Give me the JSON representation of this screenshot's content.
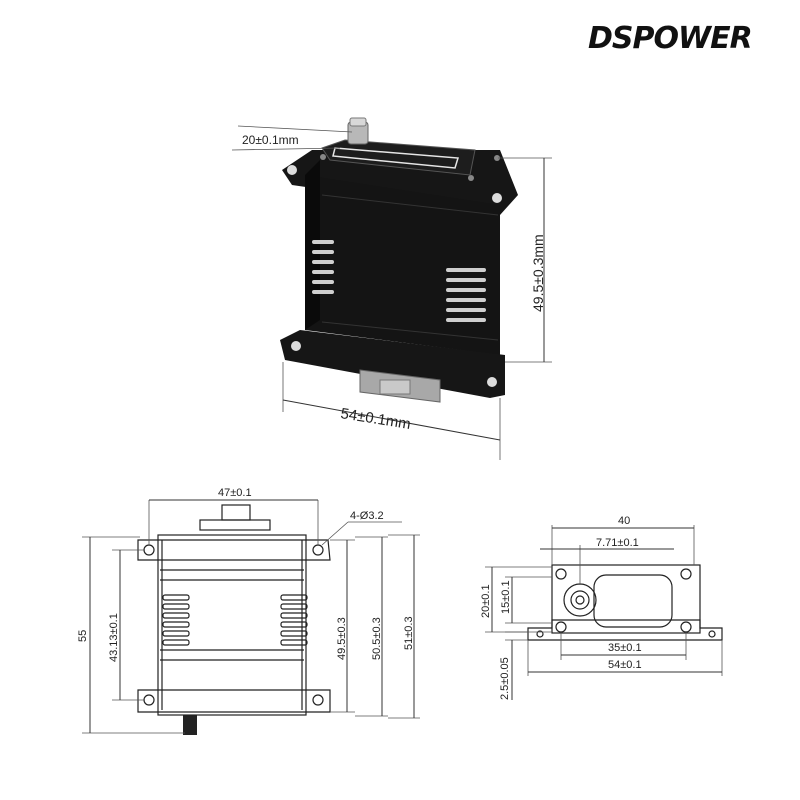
{
  "brand": {
    "logo_text": "DSPOWER"
  },
  "photo": {
    "dim_horn": "20±0.1mm",
    "dim_height": "49.5±0.3mm",
    "dim_width": "54±0.1mm"
  },
  "front_view": {
    "dim_hole_spacing": "47±0.1",
    "dim_holes": "4-Ø3.2",
    "dim_total": "55",
    "dim_inner": "43.13±0.1",
    "dim_body": "49.5±0.3",
    "dim_mid": "50.5±0.3",
    "dim_outer": "51±0.3"
  },
  "top_view": {
    "dim_depth": "40",
    "dim_offset": "7.71±0.1",
    "dim_width_20": "20±0.1",
    "dim_width_15": "15±0.1",
    "dim_tab": "2.5±0.05",
    "dim_hole_spacing": "35±0.1",
    "dim_overall": "54±0.1"
  },
  "colors": {
    "body": "#141414",
    "fin": "#cfcfcf",
    "accent": "#e6e6e6"
  }
}
